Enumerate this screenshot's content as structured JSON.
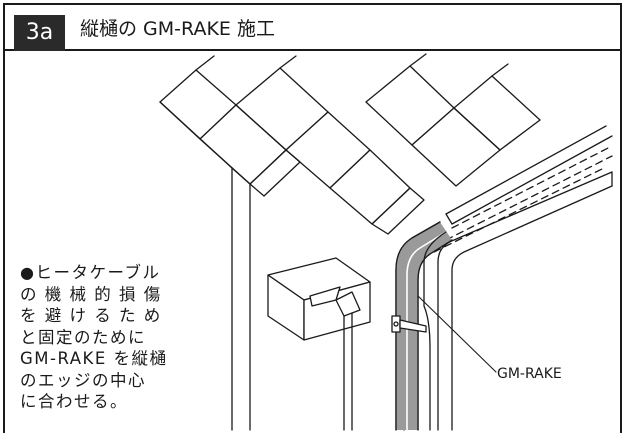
{
  "header": {
    "step": "3a",
    "title": "縦樋の GM-RAKE 施工"
  },
  "note": {
    "bullet": "●",
    "lines": [
      "ヒータケーブル",
      "の 機 械 的 損 傷",
      "を 避 け る た め",
      "と固定のために",
      "GM-RAKE を縦樋",
      "のエッジの中心",
      "に合わせる。"
    ]
  },
  "callout": {
    "label": "GM-RAKE"
  },
  "colors": {
    "line": "#1a1a1a",
    "cable_fill": "#9a9a9a",
    "badge": "#2a2a2a"
  }
}
